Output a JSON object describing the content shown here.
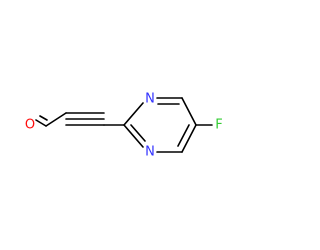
{
  "structure": {
    "atoms": {
      "n_top": {
        "symbol": "N",
        "color": "#3333ff"
      },
      "n_bottom": {
        "symbol": "N",
        "color": "#3333ff"
      },
      "fluorine": {
        "symbol": "F",
        "color": "#33cc33"
      },
      "oxygen": {
        "symbol": "O",
        "color": "#ff0d0d"
      }
    },
    "bond_color": "#000000"
  }
}
